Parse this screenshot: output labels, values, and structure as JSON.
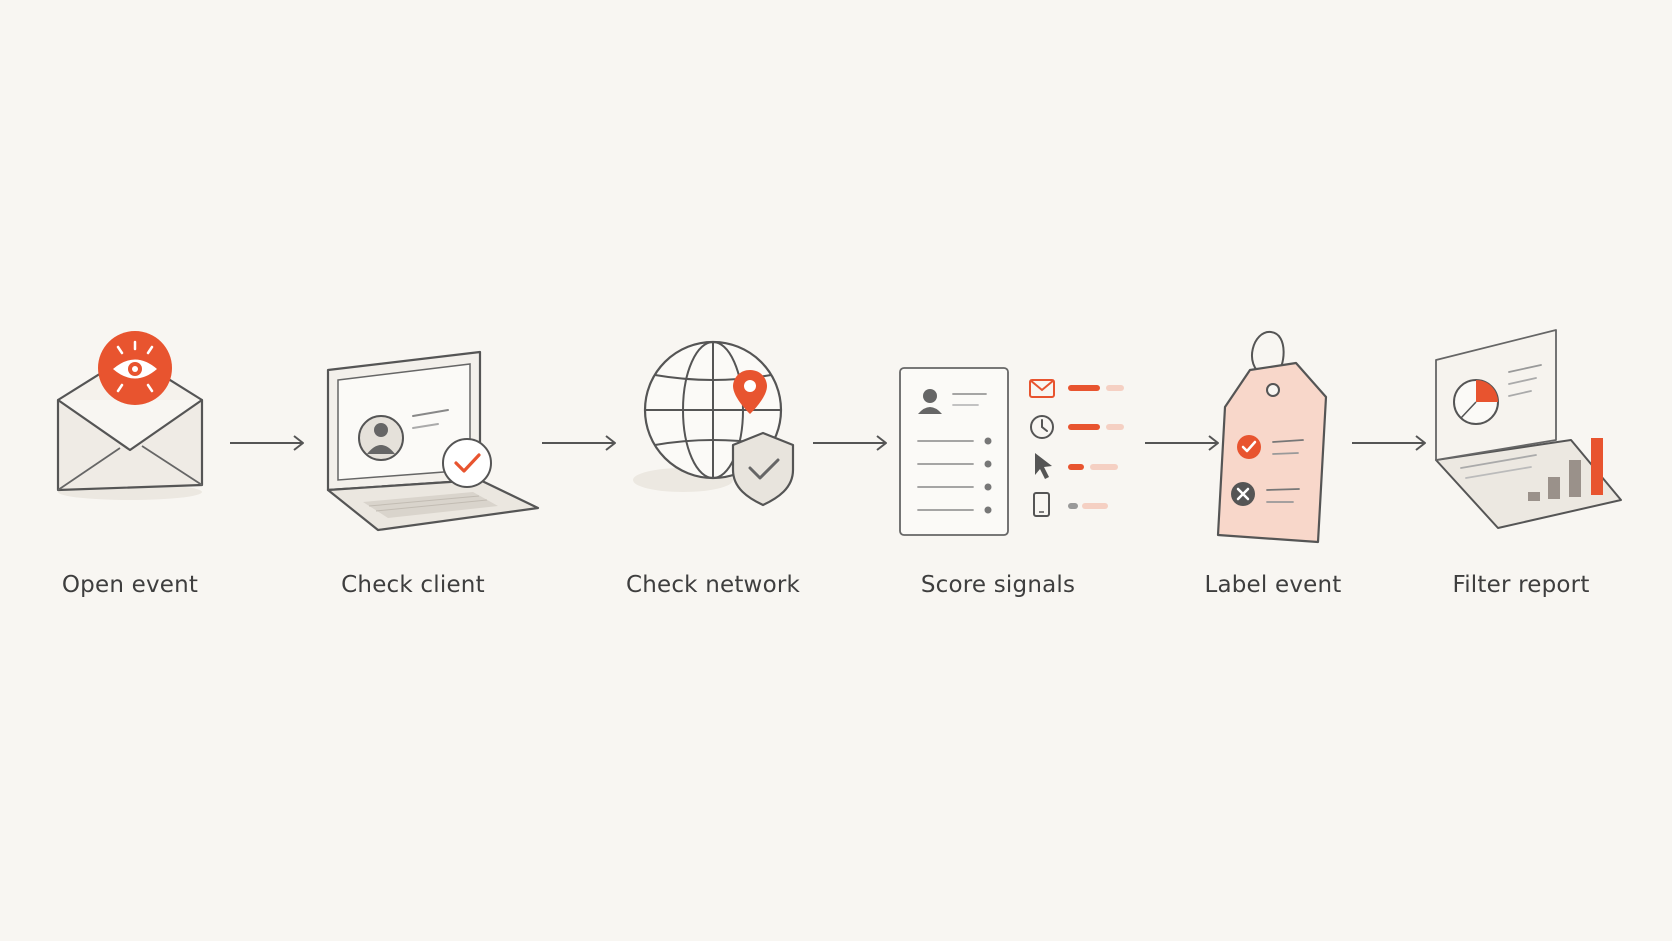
{
  "colors": {
    "background": "#f8f6f2",
    "accent": "#e8542f",
    "line": "#555555",
    "label": "#3e3e3e"
  },
  "steps": [
    {
      "label": "Open event",
      "icon": "envelope-eye-icon"
    },
    {
      "label": "Check client",
      "icon": "laptop-check-icon"
    },
    {
      "label": "Check network",
      "icon": "globe-shield-icon"
    },
    {
      "label": "Score signals",
      "icon": "scorecard-icon"
    },
    {
      "label": "Label event",
      "icon": "tag-icon"
    },
    {
      "label": "Filter report",
      "icon": "report-chart-icon"
    }
  ]
}
